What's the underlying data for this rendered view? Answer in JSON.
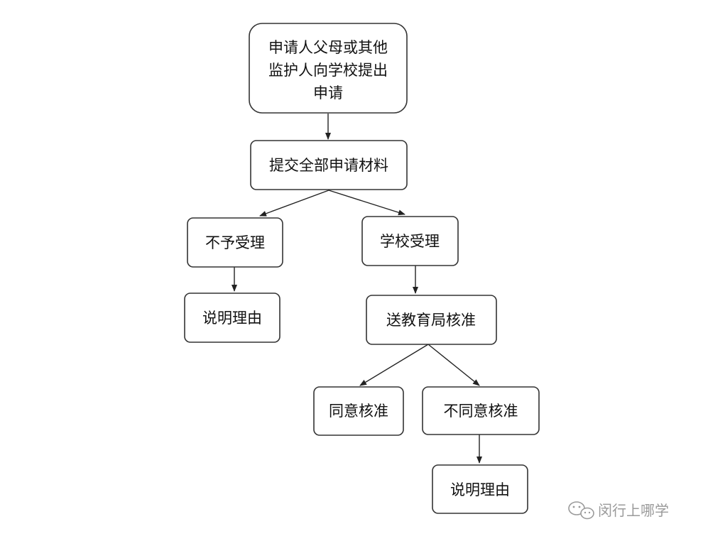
{
  "nodes": {
    "n1": [
      "申请人父母或其他",
      "监护人向学校提出",
      "申请"
    ],
    "n2": [
      "提交全部申请材料"
    ],
    "n3": [
      "不予受理"
    ],
    "n4": [
      "学校受理"
    ],
    "n5": [
      "说明理由"
    ],
    "n6": [
      "送教育局核准"
    ],
    "n7": [
      "同意核准"
    ],
    "n8": [
      "不同意核准"
    ],
    "n9": [
      "说明理由"
    ]
  },
  "watermark": {
    "text": "闵行上哪学",
    "icon": "wechat-icon"
  },
  "colors": {
    "box_stroke": "#333333",
    "text": "#111111",
    "watermark": "#9a9a9a"
  }
}
